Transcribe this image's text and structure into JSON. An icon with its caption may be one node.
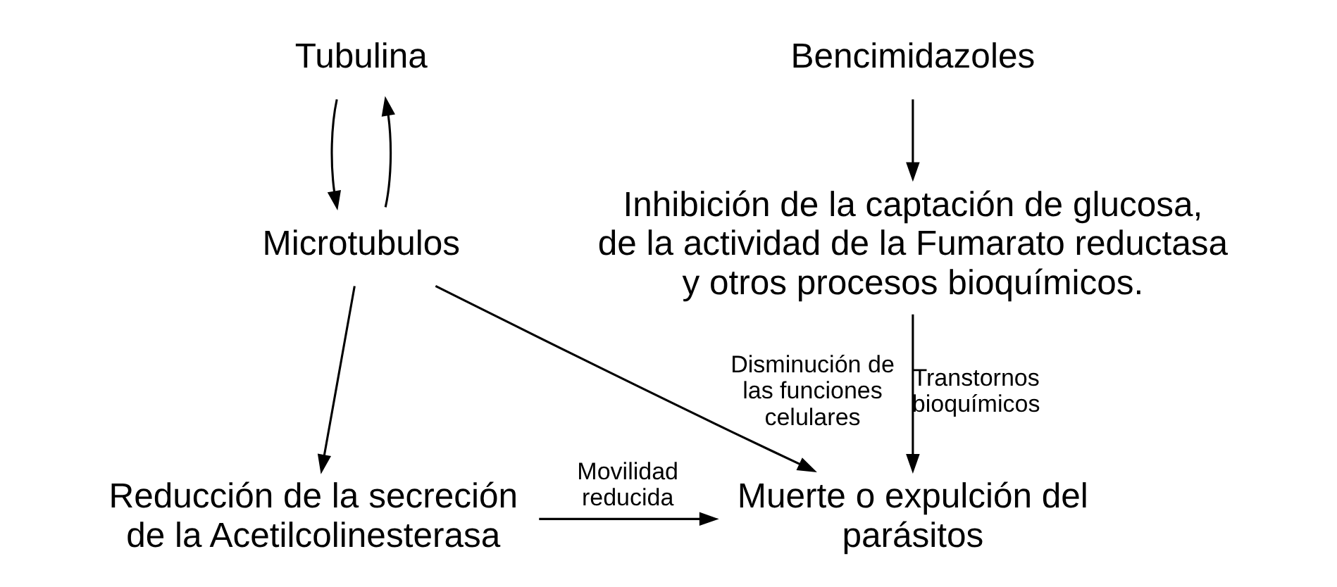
{
  "diagram": {
    "nodes": [
      {
        "text": [
          "Tubulina"
        ]
      },
      {
        "text": [
          "Bencimidazoles"
        ]
      },
      {
        "text": [
          "Microtubulos"
        ]
      },
      {
        "text": [
          "Inhibición de la captación de glucosa, de la actividad de la Fumarato reductasa y otros procesos bioquímicos."
        ]
      },
      {
        "text": [
          "Reducción de la secreción de la Acetilcolinesterasa"
        ]
      },
      {
        "text": [
          "Muerte o expulción del parásitos"
        ]
      }
    ],
    "edges": [
      {
        "from": 2,
        "to": 0,
        "arrow": "to"
      },
      {
        "from": 0,
        "to": 2,
        "arrow": "to"
      },
      {
        "from": 1,
        "to": 3,
        "arrow": "to"
      },
      {
        "from": 2,
        "to": 5,
        "arrow": "to",
        "label": "Disminución de las funciones celulares"
      },
      {
        "from": 3,
        "to": 5,
        "arrow": "to",
        "label": "Transtornos bioquímicos"
      },
      {
        "from": 2,
        "to": 4,
        "arrow": "to"
      },
      {
        "from": 4,
        "to": 5,
        "arrow": "to",
        "label": "Movilidad reducida"
      }
    ]
  }
}
